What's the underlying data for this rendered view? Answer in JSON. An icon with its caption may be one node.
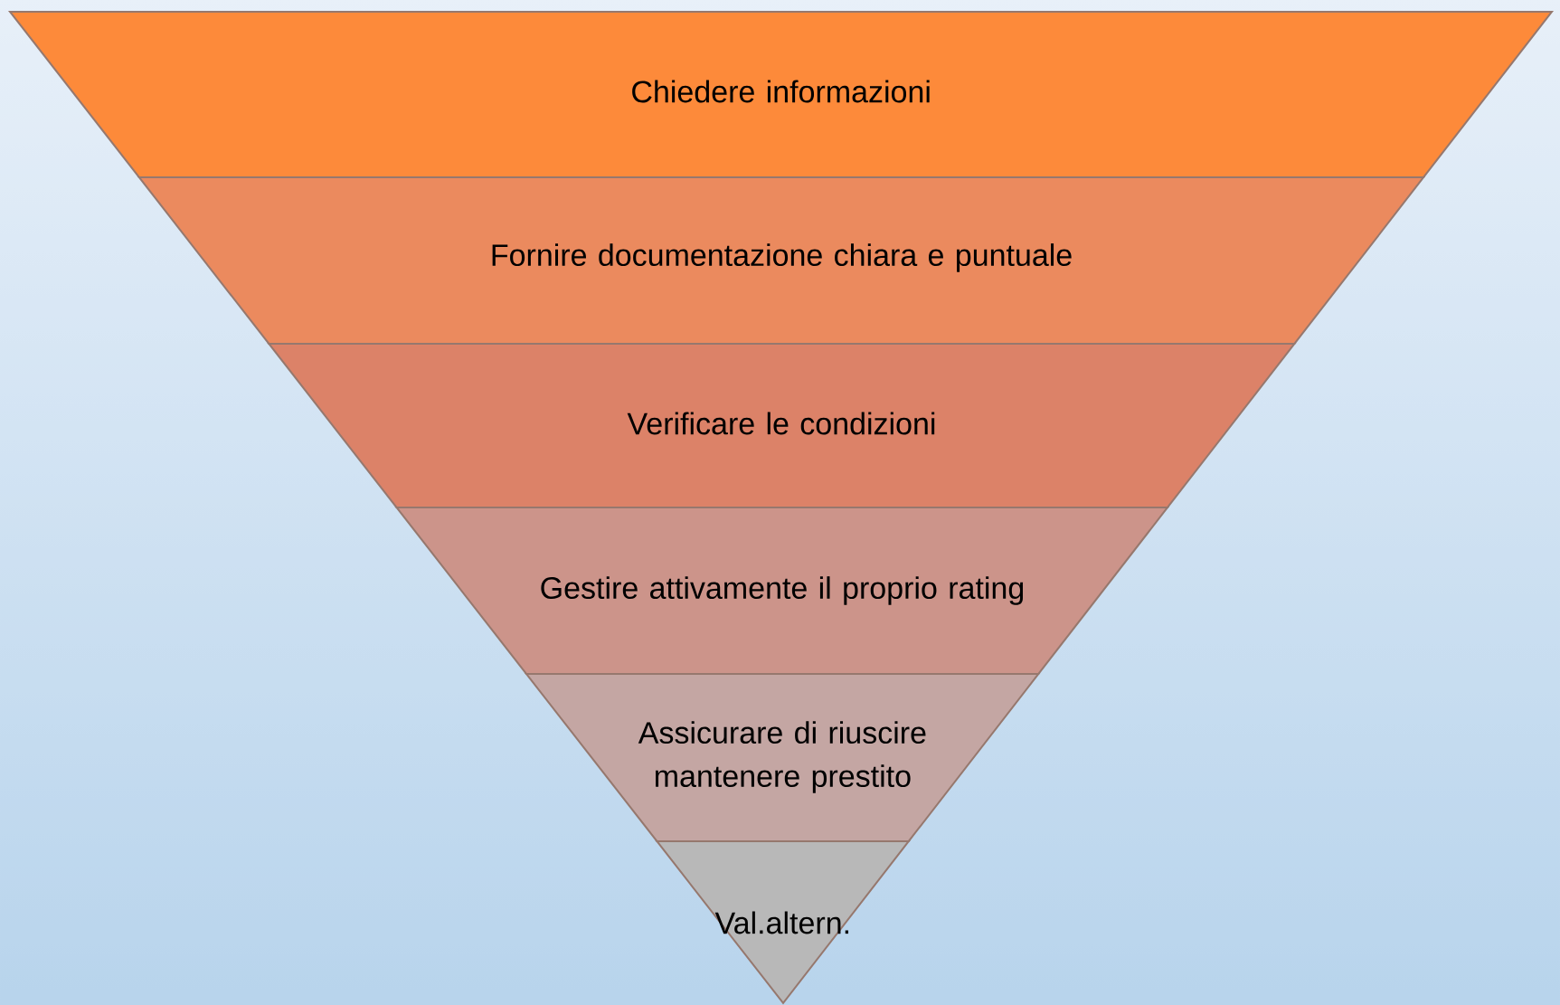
{
  "diagram": {
    "nodes": [
      {
        "text": [
          "Chiedere informazioni"
        ]
      },
      {
        "text": [
          "Fornire documentazione chiara e puntuale"
        ]
      },
      {
        "text": [
          "Verificare le condizioni"
        ]
      },
      {
        "text": [
          "Gestire attivamente il proprio rating"
        ]
      },
      {
        "text": [
          "Assicurare di riuscire mantenere prestito"
        ]
      },
      {
        "text": [
          "Val.altern."
        ]
      }
    ]
  }
}
